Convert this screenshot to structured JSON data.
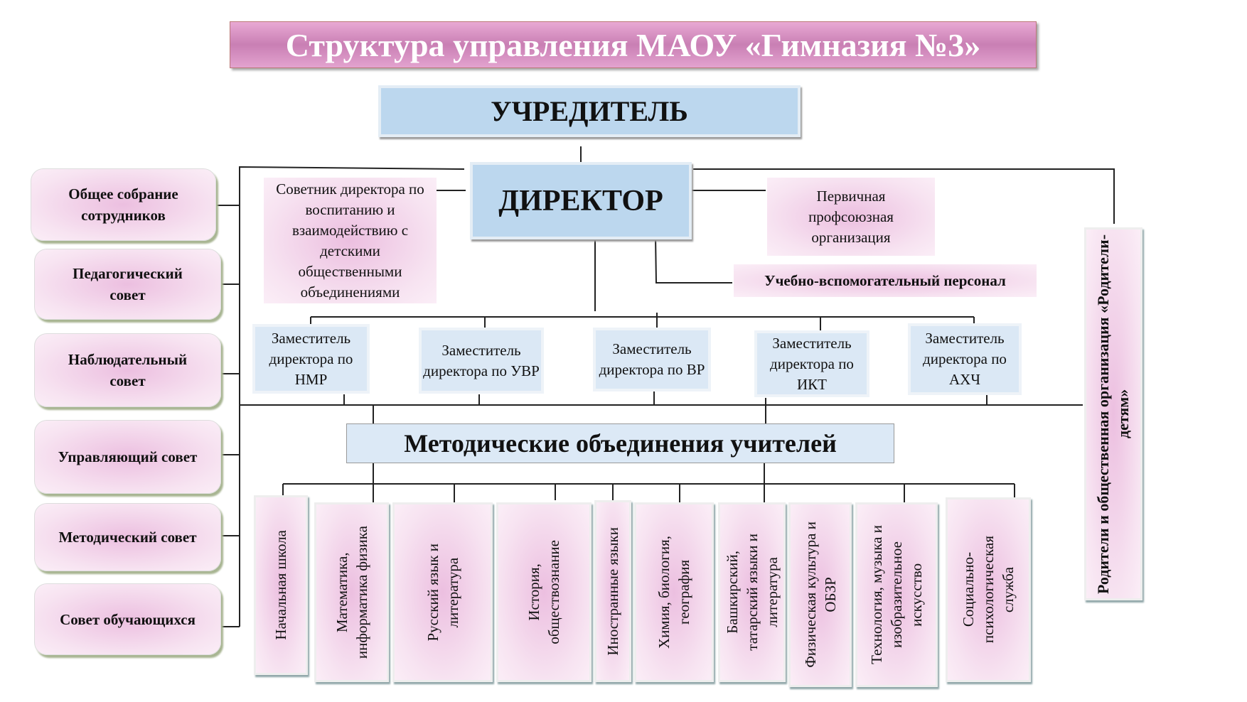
{
  "title": "Структура управления МАОУ «Гимназия №3»",
  "founder": "УЧРЕДИТЕЛЬ",
  "director": "ДИРЕКТОР",
  "advisor": "Советник директора по воспитанию и взаимодействию с детскими общественными объединениями",
  "union": "Первичная профсоюзная организация",
  "support_staff": "Учебно-вспомогательный персонал",
  "parents": "Родители и общественная организация «Родители-детям»",
  "left_bodies": [
    "Общее собрание сотрудников",
    "Педагогический совет",
    "Наблюдательный совет",
    "Управляющий совет",
    "Методический совет",
    "Совет обучающихся"
  ],
  "deputies": [
    "Заместитель директора по НМР",
    "Заместитель директора по УВР",
    "Заместитель директора по ВР",
    "Заместитель директора по ИКТ",
    "Заместитель директора по АХЧ"
  ],
  "methodical": "Методические  объединения учителей",
  "groups": [
    "Начальная школа",
    "Математика,\nинформатика физика",
    "Русский язык и\nлитература",
    "История,\nобществознание",
    "Иностранные языки",
    "Химия, биология,\nгеография",
    "Башкирский,\nтатарский языки и\nлитература",
    "Физическая культура и\nОБЗР",
    "Технология, музыка и\nизобразительное\nискусство",
    "Социально-\nпсихологическая\nслужба"
  ]
}
